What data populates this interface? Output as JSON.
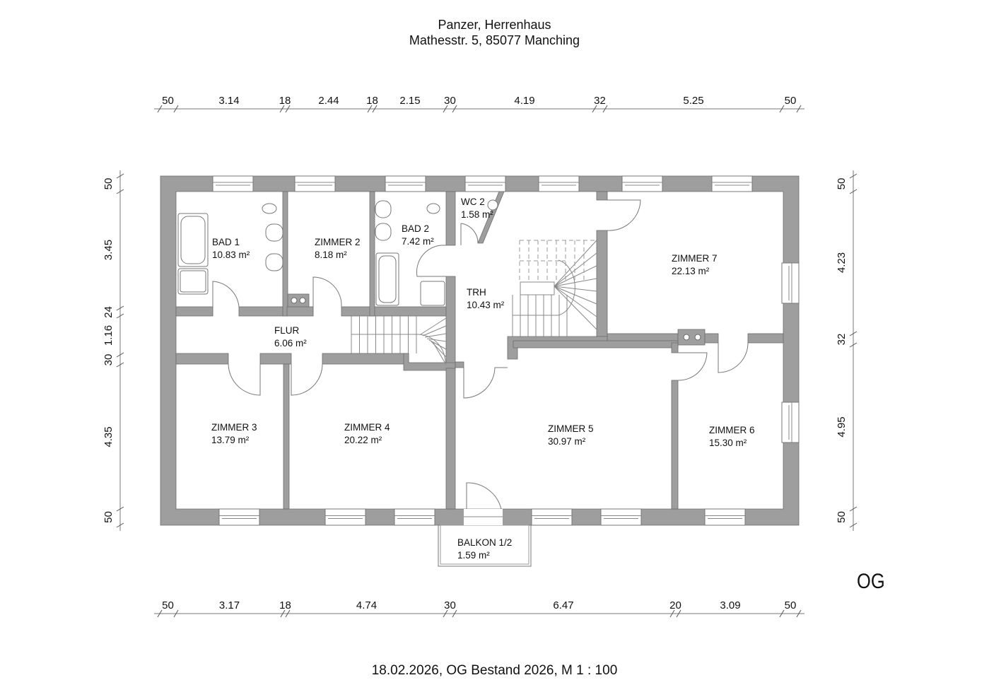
{
  "header": {
    "line1": "Panzer, Herrenhaus",
    "line2": "Mathesstr. 5, 85077 Manching"
  },
  "footer": {
    "text": "18.02.2026, OG Bestand 2026,  M 1 : 100"
  },
  "floor_tag": "OG",
  "colors": {
    "wall": "#9e9e9e",
    "background": "#ffffff",
    "line": "#777777"
  },
  "dimensions": {
    "top": [
      "50",
      "3.14",
      "18",
      "2.44",
      "18",
      "2.15",
      "30",
      "4.19",
      "32",
      "5.25",
      "50"
    ],
    "bottom": [
      "50",
      "3.17",
      "18",
      "4.74",
      "30",
      "6.47",
      "20",
      "3.09",
      "50"
    ],
    "left": [
      "50",
      "3.45",
      "24",
      "1.16",
      "30",
      "4.35",
      "50"
    ],
    "right": [
      "50",
      "4.23",
      "32",
      "4.95",
      "50"
    ]
  },
  "rooms": [
    {
      "name": "BAD 1",
      "area": "10.83 m²"
    },
    {
      "name": "ZIMMER 2",
      "area": "8.18 m²"
    },
    {
      "name": "BAD 2",
      "area": "7.42 m²"
    },
    {
      "name": "WC 2",
      "area": "1.58 m²"
    },
    {
      "name": "TRH",
      "area": "10.43 m²"
    },
    {
      "name": "ZIMMER 7",
      "area": "22.13 m²"
    },
    {
      "name": "FLUR",
      "area": "6.06 m²"
    },
    {
      "name": "ZIMMER 3",
      "area": "13.79 m²"
    },
    {
      "name": "ZIMMER 4",
      "area": "20.22 m²"
    },
    {
      "name": "ZIMMER 5",
      "area": "30.97 m²"
    },
    {
      "name": "ZIMMER 6",
      "area": "15.30 m²"
    },
    {
      "name": "BALKON 1/2",
      "area": "1.59 m²"
    }
  ]
}
